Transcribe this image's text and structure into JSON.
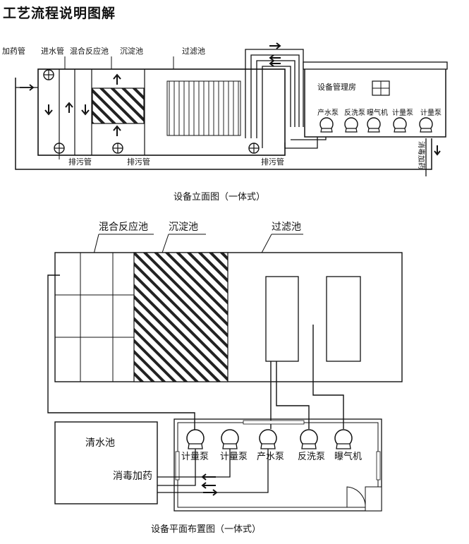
{
  "title": "工艺流程说明图解",
  "elevation": {
    "caption": "设备立面图（一体式）",
    "labels": {
      "dosing_pipe": "加药管",
      "inlet_pipe": "进水管",
      "mix_tank": "混合反应池",
      "settling_tank": "沉淀池",
      "filter_tank": "过滤池",
      "equipment_room": "设备管理房",
      "drain_pipe_1": "排污管",
      "drain_pipe_2": "排污管",
      "drain_pipe_3": "排污管",
      "disinfection_dosing": "消毒加药"
    },
    "pumps": [
      "产水泵",
      "反洗泵",
      "曝气机",
      "计量泵",
      "计量泵"
    ]
  },
  "plan": {
    "caption": "设备平面布置图（一体式）",
    "labels": {
      "mix_tank": "混合反应池",
      "settling_tank": "沉淀池",
      "filter_tank": "过滤池",
      "clear_water_tank": "清水池",
      "disinfection_dosing": "消毒加药"
    },
    "pumps": [
      "计量泵",
      "计量泵",
      "产水泵",
      "反洗泵",
      "曝气机"
    ]
  }
}
